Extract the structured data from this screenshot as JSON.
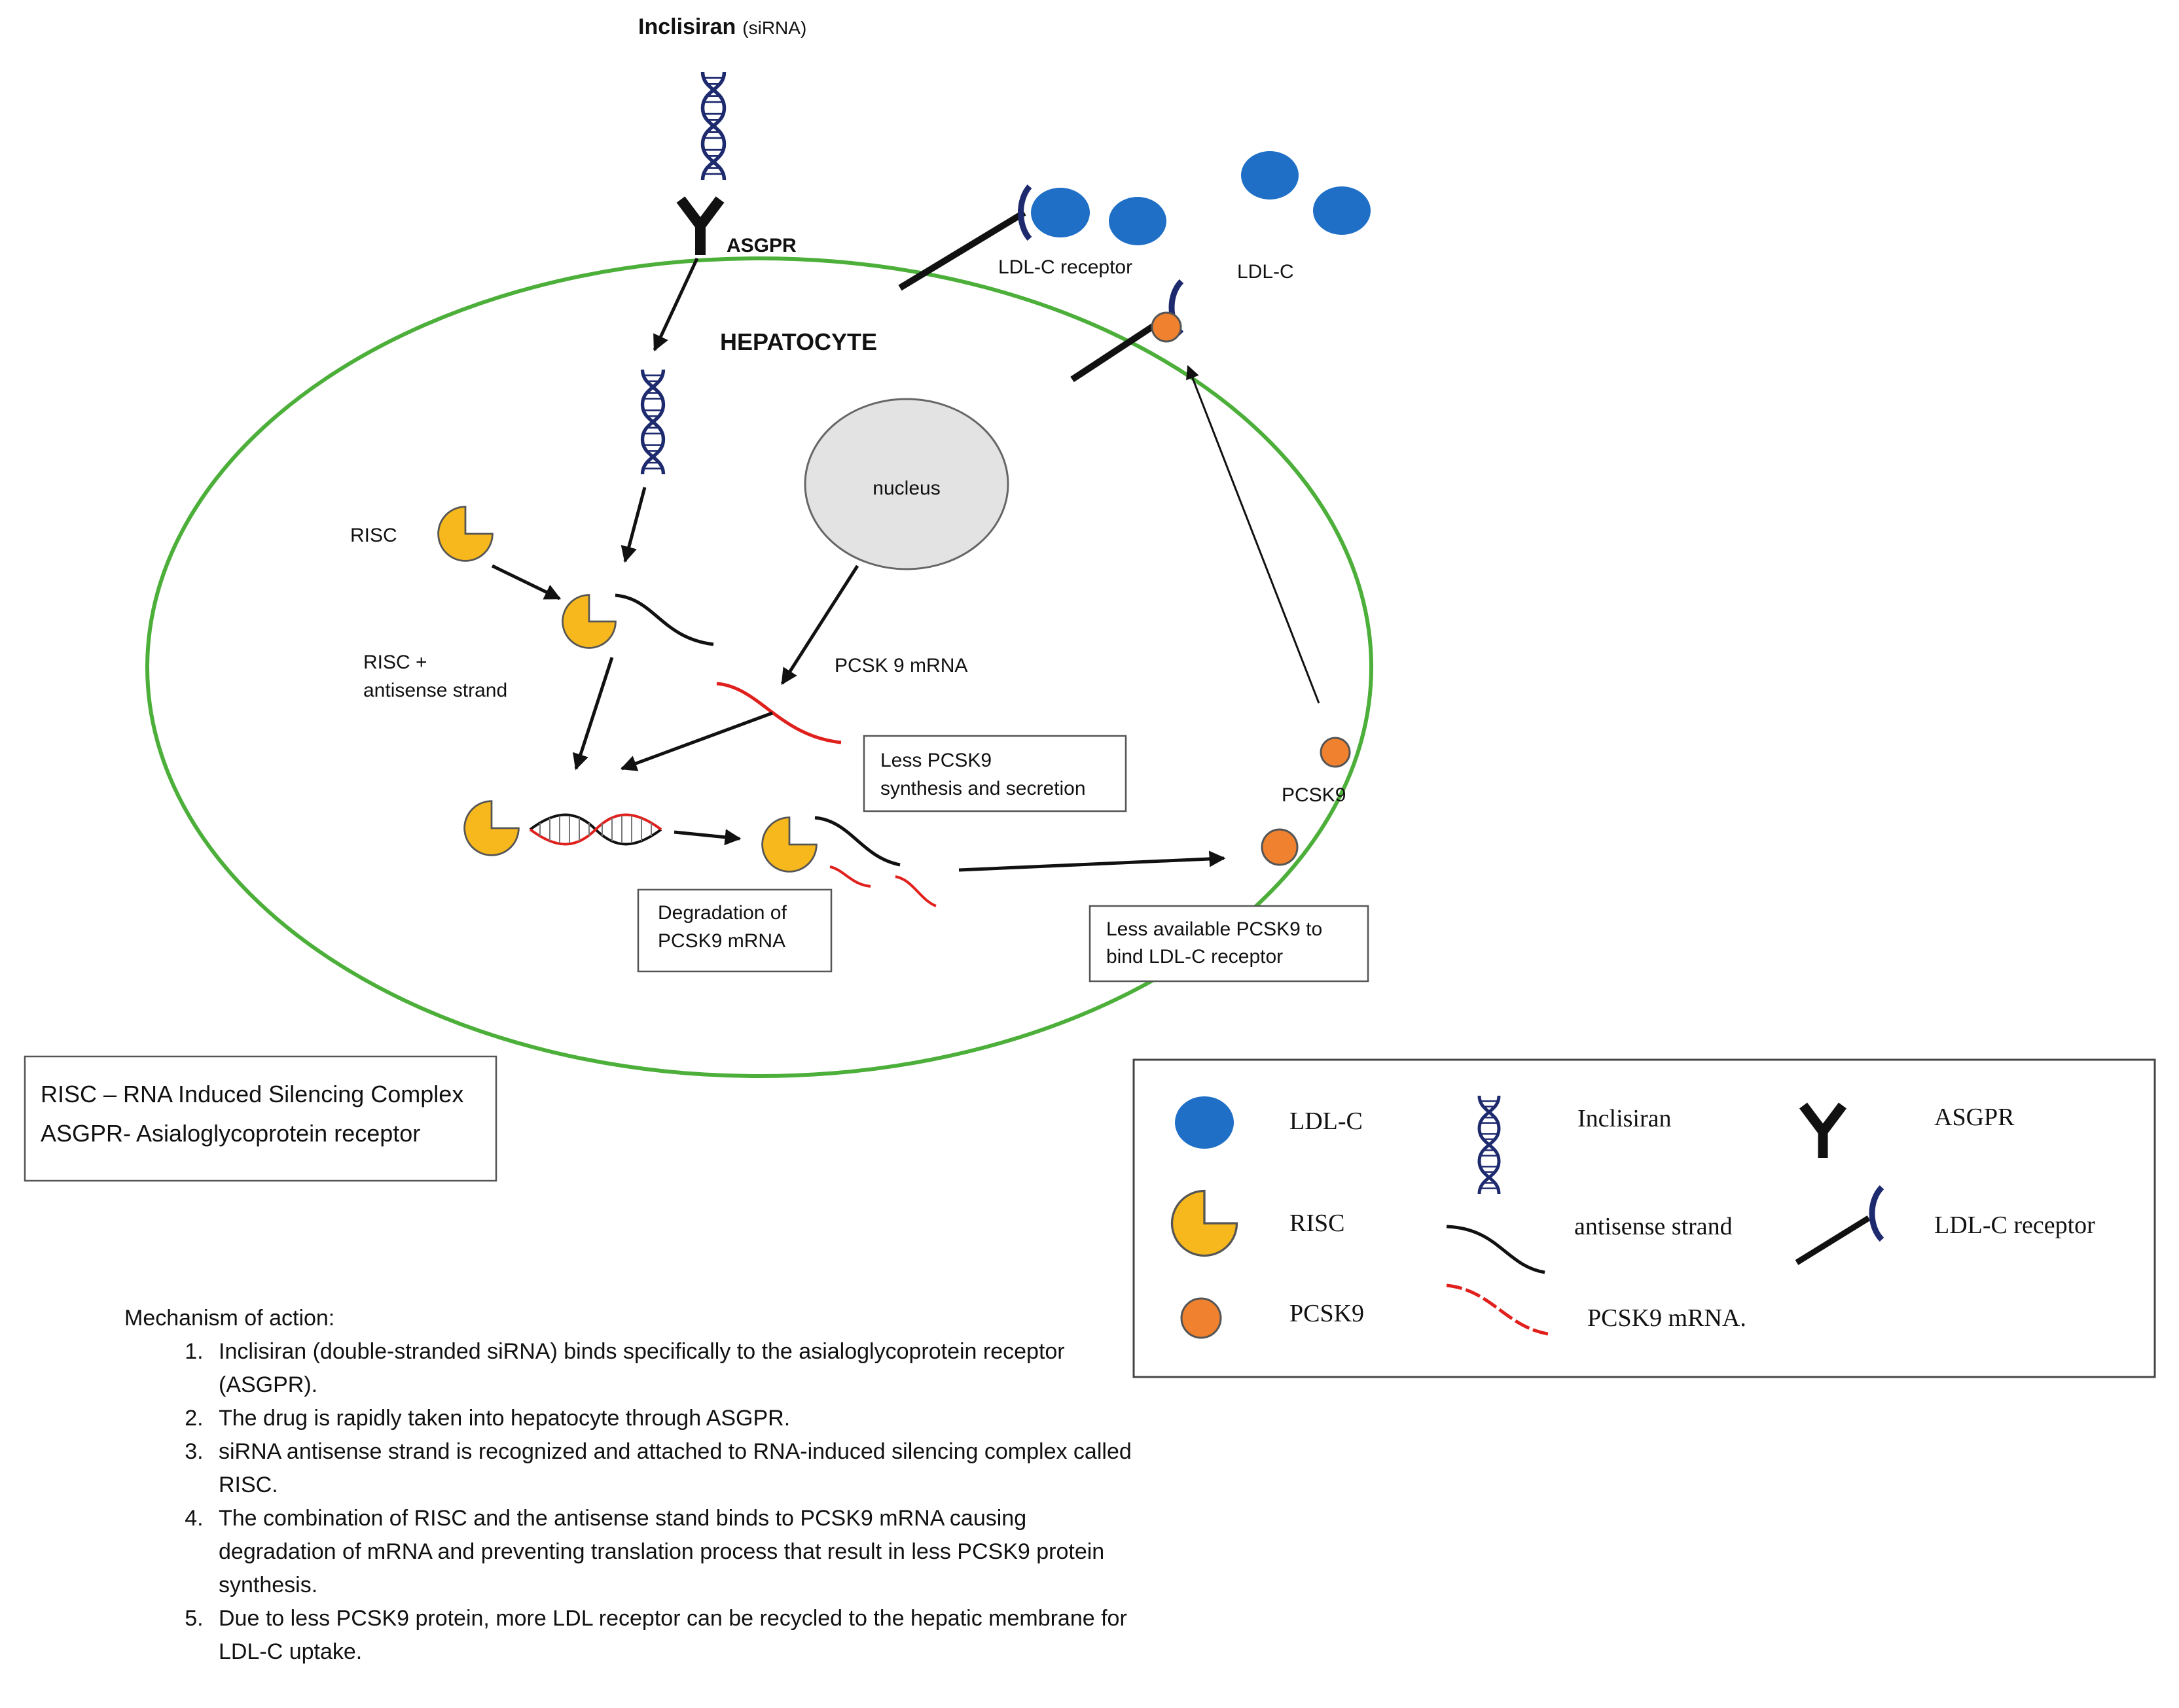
{
  "title": {
    "drug": "Inclisiran",
    "drug_note": "(siRNA)"
  },
  "labels": {
    "asgpr": "ASGPR",
    "hepatocyte": "HEPATOCYTE",
    "nucleus": "nucleus",
    "risc": "RISC",
    "risc_antisense_1": "RISC +",
    "risc_antisense_2": "antisense strand",
    "pcsk9_mrna": "PCSK 9 mRNA",
    "ldl_c_receptor": "LDL-C receptor",
    "ldl_c": "LDL-C",
    "pcsk9": "PCSK9"
  },
  "boxes": {
    "less_synthesis": [
      "Less PCSK9",
      "synthesis and secretion"
    ],
    "degradation": [
      "Degradation of",
      "PCSK9 mRNA"
    ],
    "less_available": [
      "Less available  PCSK9 to",
      "bind LDL-C receptor"
    ]
  },
  "abbreviations": [
    "RISC – RNA Induced Silencing Complex",
    "ASGPR- Asialoglycoprotein receptor"
  ],
  "legend": [
    {
      "icon": "ldl-c-icon",
      "label": "LDL-C"
    },
    {
      "icon": "inclisiran-icon",
      "label": "Inclisiran"
    },
    {
      "icon": "asgpr-icon",
      "label": "ASGPR"
    },
    {
      "icon": "risc-icon",
      "label": "RISC"
    },
    {
      "icon": "antisense-strand-icon",
      "label": "antisense strand"
    },
    {
      "icon": "ldl-c-receptor-icon",
      "label": "LDL-C receptor"
    },
    {
      "icon": "pcsk9-icon",
      "label": "PCSK9"
    },
    {
      "icon": "pcsk9-mrna-icon",
      "label": "PCSK9 mRNA."
    }
  ],
  "mechanism": {
    "title": "Mechanism of action:",
    "steps": [
      "Inclisiran (double-stranded siRNA) binds specifically to the asialoglycoprotein receptor (ASGPR).",
      "The drug is rapidly taken into hepatocyte through ASGPR.",
      "siRNA antisense strand is recognized and attached to RNA-induced silencing complex called RISC.",
      "The combination of RISC and the antisense stand binds to PCSK9 mRNA causing degradation of mRNA and preventing translation process  that result in less PCSK9 protein synthesis.",
      "Due to less PCSK9 protein, more LDL receptor can be recycled to the hepatic membrane for LDL-C uptake."
    ]
  },
  "colors": {
    "membrane": "#4caf3a",
    "ldl_c": "#1f6fc7",
    "risc": "#f6b81c",
    "pcsk9": "#f0822f",
    "mrna": "#e0201d",
    "dna": "#1e2a6e"
  }
}
